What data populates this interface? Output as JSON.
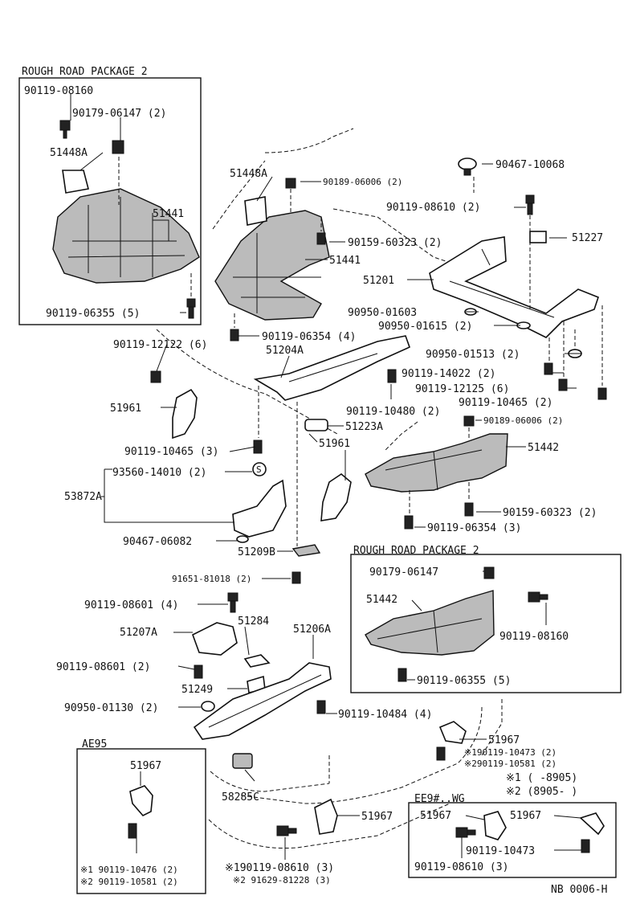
{
  "callouts": {
    "rr2_top_header": "ROUGH ROAD PACKAGE 2",
    "c_90119_08160_a": "90119-08160",
    "c_90179_06147_2": "90179-06147 (2)",
    "c_51448A_a": "51448A",
    "c_51441_a": "51441",
    "c_90119_06355_5_a": "90119-06355 (5)",
    "c_51448A_b": "51448A",
    "c_90189_06006_2_a": "90189-06006 (2)",
    "c_90467_10068": "90467-10068",
    "c_90119_08610_2": "90119-08610 (2)",
    "c_51227": "51227",
    "c_90159_60323_2_a": "90159-60323 (2)",
    "c_51441_b": "51441",
    "c_51201": "51201",
    "c_90950_01603": "90950-01603",
    "c_90950_01615_2": "90950-01615 (2)",
    "c_90119_06354_4": "90119-06354 (4)",
    "c_90119_12122_6": "90119-12122 (6)",
    "c_51204A": "51204A",
    "c_90950_01513_2": "90950-01513 (2)",
    "c_90119_14022_2": "90119-14022 (2)",
    "c_90119_12125_6": "90119-12125 (6)",
    "c_90119_10465_2": "90119-10465 (2)",
    "c_51961_a": "51961",
    "c_90119_10480_2": "90119-10480 (2)",
    "c_90189_06006_2_b": "90189-06006 (2)",
    "c_51223A": "51223A",
    "c_51961_b": "51961",
    "c_51442_a": "51442",
    "c_90119_10465_3": "90119-10465 (3)",
    "c_93560_14010_2": "93560-14010 (2)",
    "c_53872A": "53872A",
    "c_90159_60323_2_b": "90159-60323 (2)",
    "c_90119_06354_3": "90119-06354 (3)",
    "c_90467_06082": "90467-06082",
    "c_51209B": "51209B",
    "rr2_mid_header": "ROUGH ROAD PACKAGE 2",
    "c_90179_06147": "90179-06147",
    "c_91651_81018_2": "91651-81018 (2)",
    "c_51442_b": "51442",
    "c_90119_08601_4": "90119-08601 (4)",
    "c_90119_08160_b": "90119-08160",
    "c_51284": "51284",
    "c_51206A": "51206A",
    "c_51207A": "51207A",
    "c_90119_08601_2": "90119-08601 (2)",
    "c_90119_06355_5_b": "90119-06355 (5)",
    "c_51249": "51249",
    "c_90950_01130_2": "90950-01130 (2)",
    "c_90119_10484_4": "90119-10484 (4)",
    "ae95_header": "AE95",
    "c_51967_a": "51967",
    "c_51967_b": "51967",
    "c_ast1_90119_10473_2": "※190119-10473 (2)",
    "c_ast2_90119_10581_2_a": "※290119-10581 (2)",
    "legend_1": "※1 (        -8905)",
    "legend_2": "※2 (8905-         )",
    "c_58285C": "58285C",
    "c_51967_c": "51967",
    "ee9_header": "EE9#..WG",
    "c_51967_d": "51967",
    "c_51967_e": "51967",
    "c_90119_10473": "90119-10473",
    "c_ast1_90119_10476_2": "※1 90119-10476 (2)",
    "c_ast2_90119_10581_2_b": "※2 90119-10581 (2)",
    "c_ast1_90119_08610_3": "※190119-08610 (3)",
    "c_ast2_91629_81228_3": "※2 91629-81228 (3)",
    "c_90119_08610_3": "90119-08610 (3)",
    "ref_code": "NB 0006-H"
  }
}
